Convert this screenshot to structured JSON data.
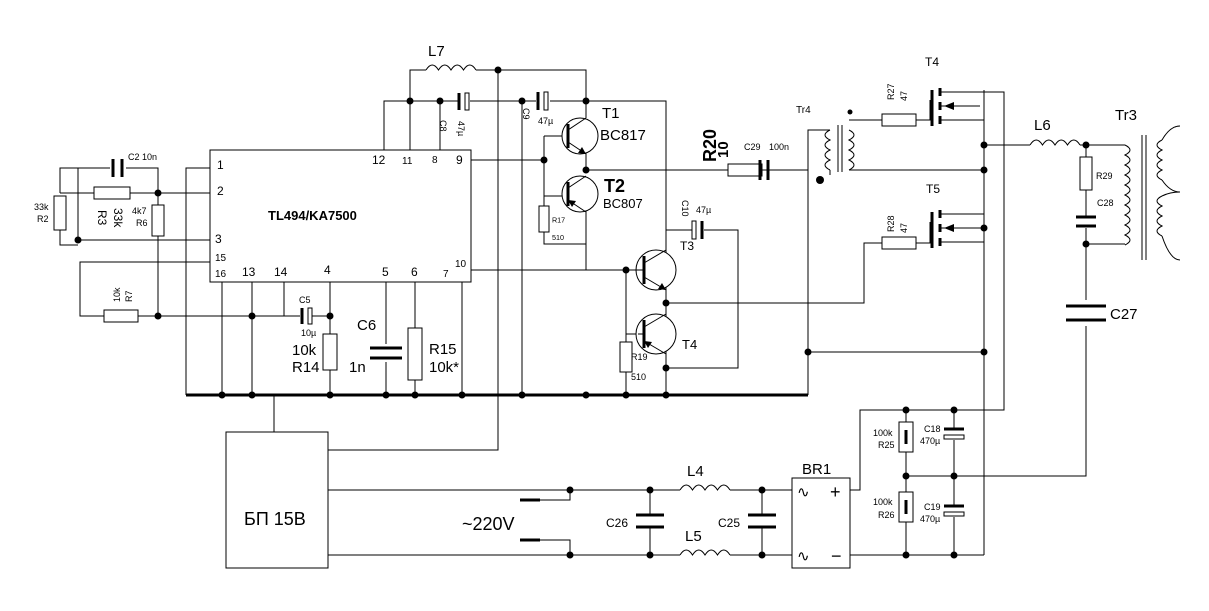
{
  "ic": {
    "name": "TL494/KA7500",
    "pins": {
      "p1": "1",
      "p2": "2",
      "p3": "3",
      "p15": "15",
      "p16": "16",
      "p13": "13",
      "p14": "14",
      "p4": "4",
      "p5": "5",
      "p6": "6",
      "p7": "7",
      "p10": "10",
      "p12": "12",
      "p11": "11",
      "p8": "8",
      "p9": "9"
    }
  },
  "psu": {
    "label": "БП 15В"
  },
  "mains": {
    "label": "~220V"
  },
  "labels": {
    "R2_val": "33k",
    "R2": "R2",
    "C2": "C2 10n",
    "R3": "R3",
    "R3_val": "33k",
    "R6_val": "4k7",
    "R6": "R6",
    "R7_val": "10k",
    "R7": "R7",
    "C5": "C5",
    "C5_val": "10µ",
    "R14_val": "10k",
    "R14": "R14",
    "C6": "C6",
    "C6_val": "1n",
    "R15": "R15",
    "R15_val": "10k*",
    "L7": "L7",
    "C8": "C8",
    "C8_val": "47µ",
    "C9": "C9",
    "C9_val": "47µ",
    "T1": "T1",
    "T1_part": "BC817",
    "T2": "T2",
    "T2_part": "BC807",
    "R17": "R17",
    "R17_val": "510",
    "R20": "R20",
    "R20_val": "10",
    "C29": "C29",
    "C29_val": "100n",
    "C10": "C10",
    "C10_val": "47µ",
    "T3": "T3",
    "T4q": "T4",
    "R19": "R19",
    "R19_val": "510",
    "Tr4": "Tr4",
    "R27": "R27",
    "R27_val": "47",
    "R28": "R28",
    "R28_val": "47",
    "T4": "T4",
    "T5": "T5",
    "L6": "L6",
    "Tr3": "Tr3",
    "R29": "R29",
    "C28": "C28",
    "C27": "C27",
    "L4": "L4",
    "L5": "L5",
    "C26": "C26",
    "C25": "C25",
    "BR1": "BR1",
    "br_plus": "+",
    "br_minus": "−",
    "br_ac1": "∿",
    "br_ac2": "∿",
    "R25_val": "100k",
    "R25": "R25",
    "R26_val": "100k",
    "R26": "R26",
    "C18": "C18",
    "C18_val": "470µ",
    "C19": "C19",
    "C19_val": "470µ"
  }
}
